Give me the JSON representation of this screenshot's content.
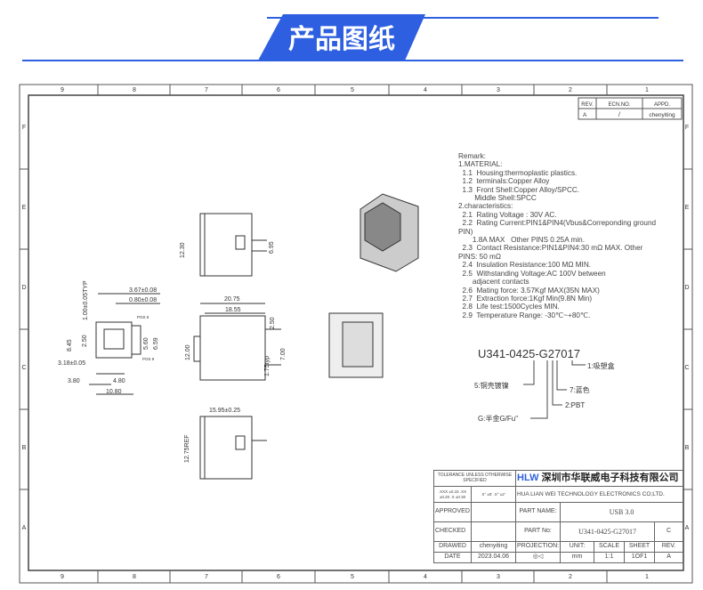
{
  "header": {
    "title": "产品图纸",
    "accent": "#2d5fe0"
  },
  "frame": {
    "columns": [
      "9",
      "8",
      "7",
      "6",
      "5",
      "4",
      "3",
      "2",
      "1"
    ],
    "rows": [
      "F",
      "E",
      "D",
      "C",
      "B",
      "A"
    ]
  },
  "revision": {
    "headers": [
      "REV.",
      "ECN.NO.",
      "APPD."
    ],
    "values": [
      "A",
      "/",
      "chenyiting"
    ]
  },
  "remarks": [
    "Remark:",
    "1.MATERIAL:",
    "  1.1  Housing:thermoplastic plastics.",
    "  1.2  terminals:Copper Alloy",
    "  1.3  Front Shell:Copper Alloy/SPCC.",
    "        Middle Shell:SPCC",
    "2.characteristics:",
    "  2.1  Rating Voltage : 30V AC.",
    "  2.2  Rating Current:PIN1&PIN4(Vbus&Correponding ground",
    "PIN)",
    "       1.8A MAX   Other PINS 0.25A min.",
    "  2.3  Contact Resistance:PIN1&PIN4:30 mΩ MAX. Other",
    "PINS: 50 mΩ",
    "  2.4  Insulation Resistance:100 MΩ MIN.",
    "  2.5  Withstanding Voltage:AC 100V between",
    "       adjacent contacts",
    "  2.6  Mating force: 3.57Kgf MAX(35N MAX)",
    "  2.7  Extraction force:1Kgf Min(9.8N Min)",
    "  2.8  Life test:1500Cycles MIN.",
    "  2.9  Temperature Range: -30℃~+80℃."
  ],
  "part_code": {
    "code": "U341-0425-G27017",
    "legend": [
      "1:吸塑盒",
      "5:铜壳镀镍",
      "7:蓝色",
      "2:PBT",
      "G:半金G/Fu\""
    ]
  },
  "dimensions": {
    "front": [
      "3.67±0.08",
      "0.80±0.08",
      "1.00±0.05TYP",
      "8.45",
      "2.50",
      "5.60",
      "6.59",
      "POS 5",
      "POS 9",
      "3.18±0.05",
      "3.80",
      "4.80",
      "10.80"
    ],
    "top": [
      "12.30",
      "6.95"
    ],
    "side": [
      "20.75",
      "18.55",
      "12.00",
      "2.50",
      "7.00",
      "1.75typ"
    ],
    "bottom": [
      "15.95±0.25",
      "12.75REF"
    ]
  },
  "title_block": {
    "tolerance_title": "TOLERANCE UNLESS OTHERWISE SPECIFIED",
    "tolerance_lin": ".XXX ±0.15  .XX ±0.20  .X ±0.30",
    "tolerance_ang": "X° ±5'  .X° ±2'",
    "company_cn": "深圳市华联威电子科技有限公司",
    "company_en": "HUA LIAN WEI TECHNOLOGY ELECTRONICS CO;LTD.",
    "logo": "HLW",
    "approved": "APPROVED",
    "checked": "CHECKED",
    "drawed": "DRAWED",
    "drawer": "chenyiting",
    "date_label": "DATE",
    "date": "2023.04.06",
    "part_name_label": "PART NAME:",
    "part_name": "USB 3.0",
    "part_no_label": "PART No:",
    "part_no": "U341-0425-G27017",
    "rev_letter": "C",
    "projection": "PROJECTION:",
    "unit_label": "UNIT:",
    "unit": "mm",
    "scale_label": "SCALE",
    "scale": "1:1",
    "sheet_label": "SHEET",
    "sheet": "1OF1",
    "rev_label": "REV.",
    "rev": "A"
  }
}
